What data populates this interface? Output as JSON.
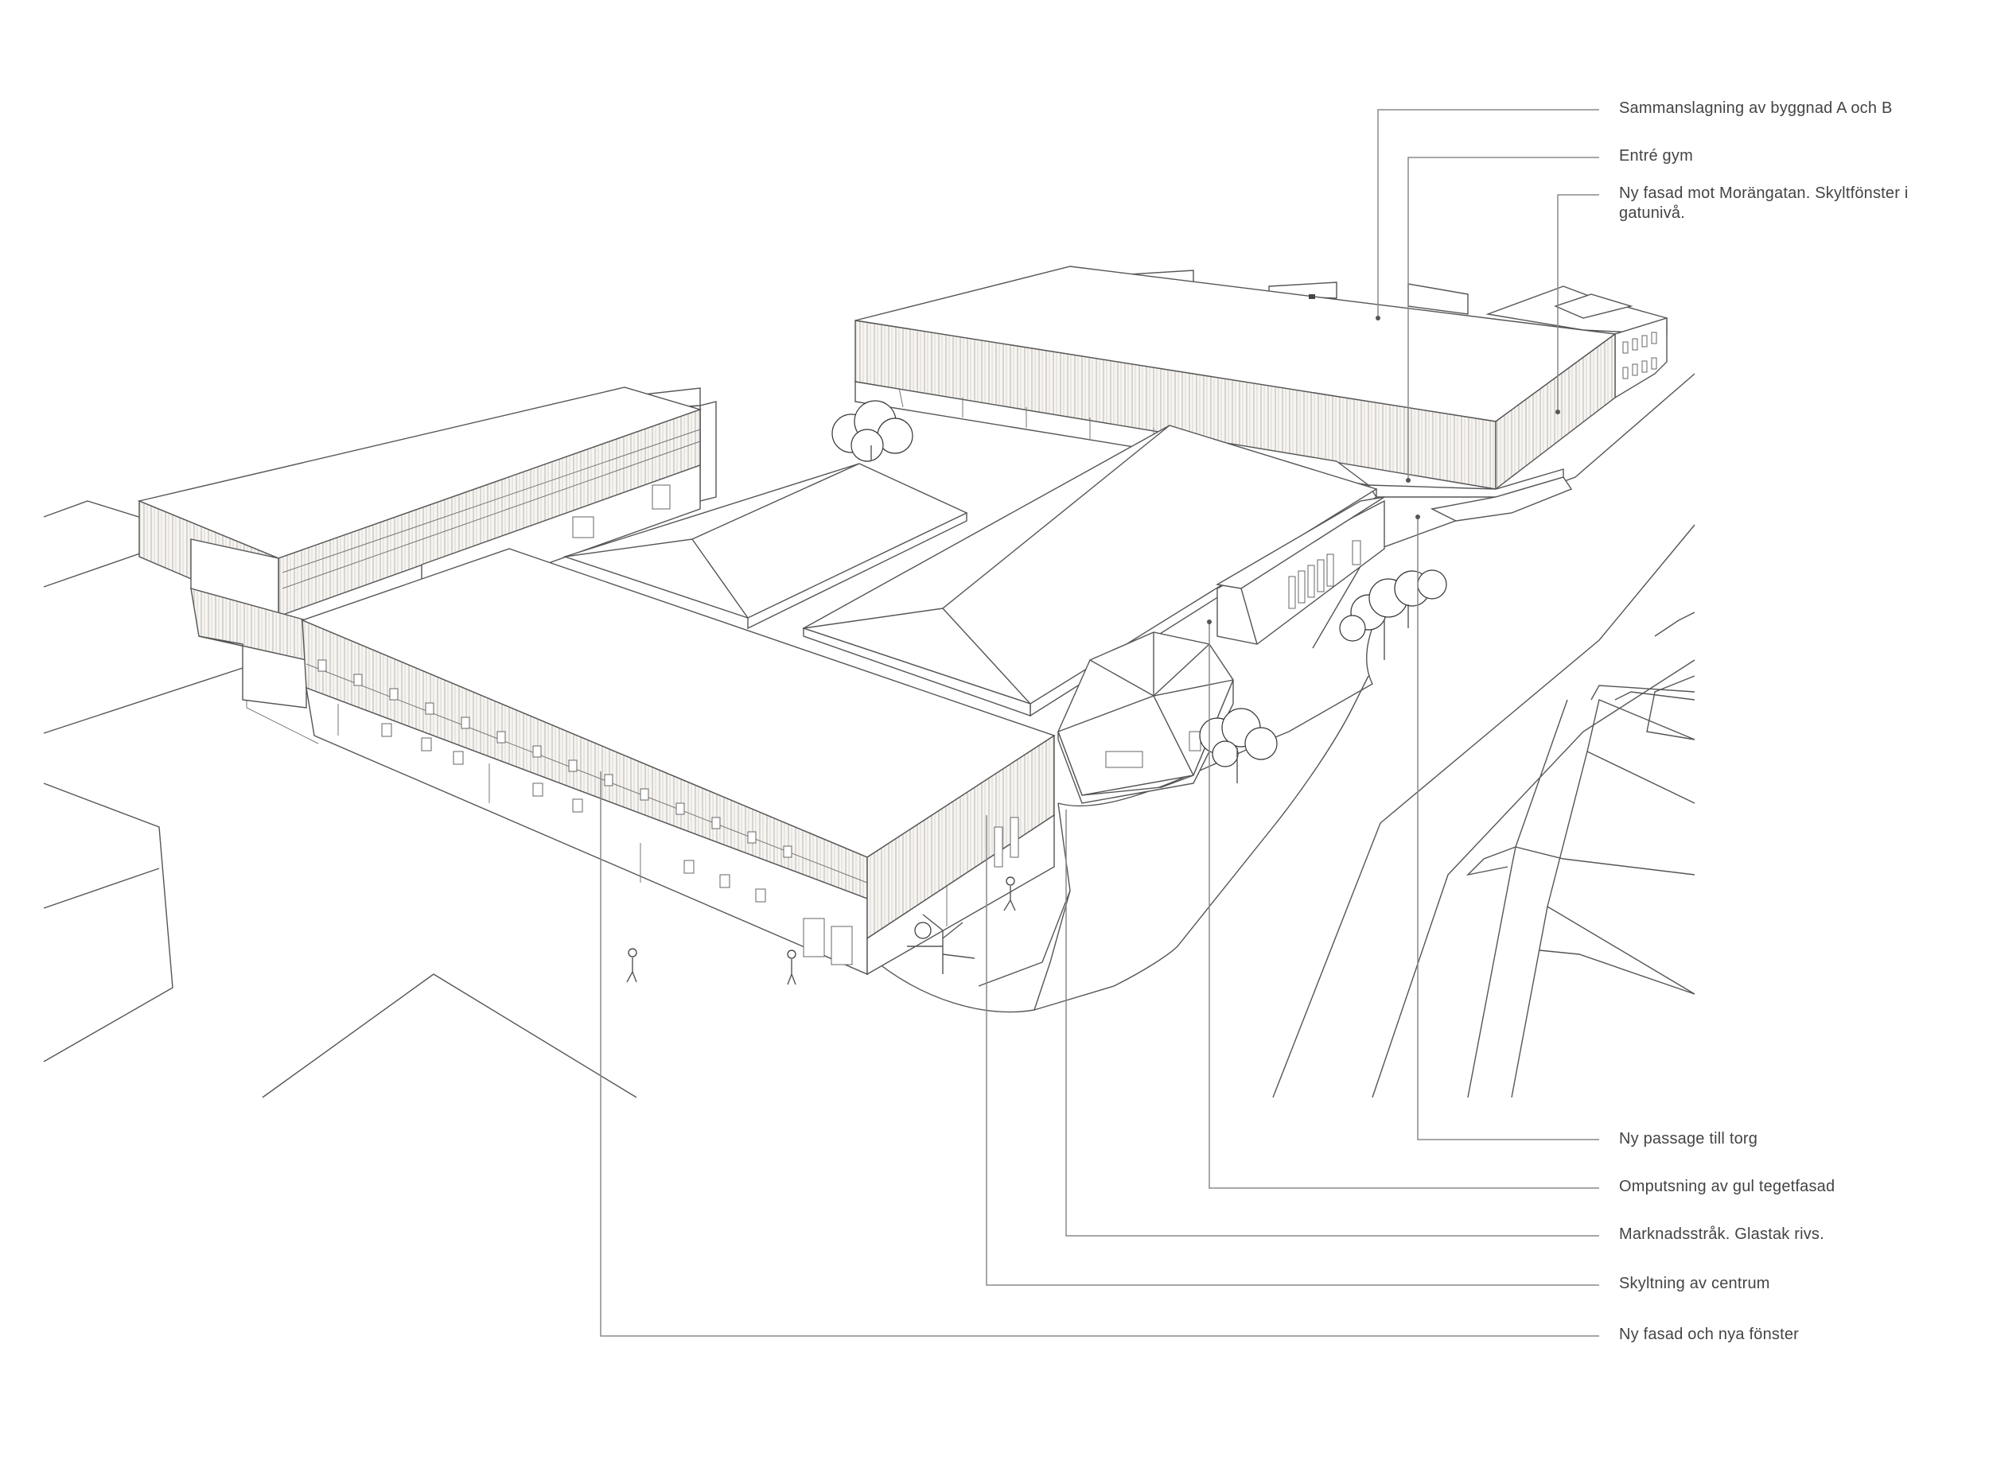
{
  "annotations": {
    "merge_ab": "Sammanslagning av byggnad A och B",
    "gym_entrance": "Entré gym",
    "new_facade_morangatan": "Ny fasad mot Morängatan. Skyltfönster i gatunivå.",
    "new_passage": "Ny passage till torg",
    "replaster_yellow_brick": "Omputsning av gul tegetfasad",
    "market_walk": "Marknadsstråk. Glastak rivs.",
    "center_signage": "Skyltning av centrum",
    "new_facade_windows": "Ny fasad och nya fönster"
  },
  "colors": {
    "line": "#555555",
    "leader": "#8a8a8a",
    "text": "#444444",
    "background": "#ffffff"
  }
}
